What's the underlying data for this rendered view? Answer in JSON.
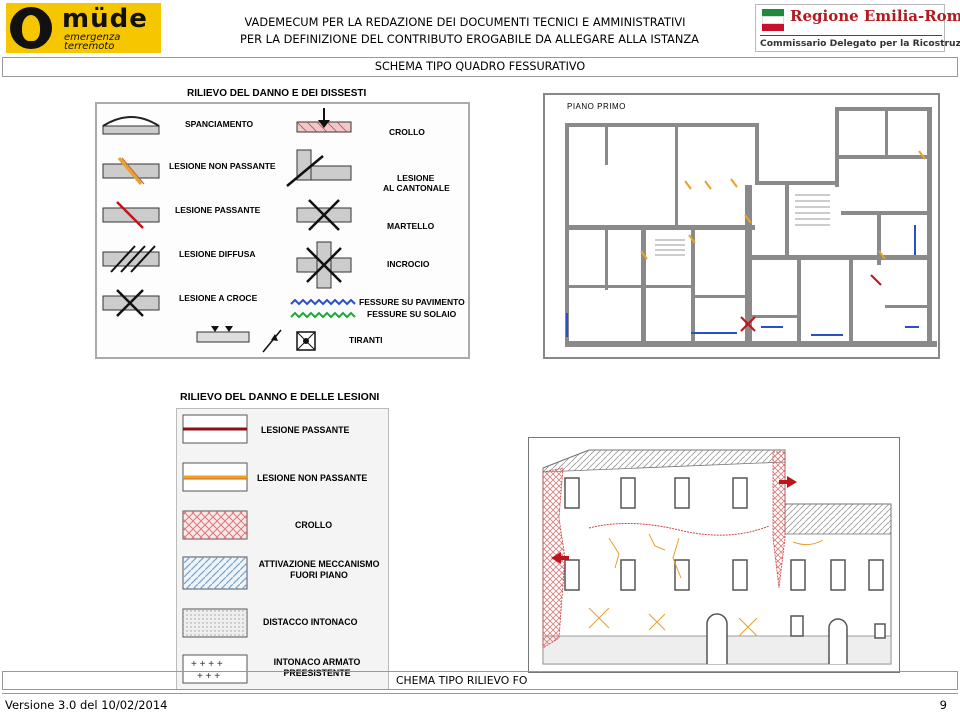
{
  "header": {
    "logo_left": {
      "line1": "müde",
      "line2": "emergenza",
      "line3": "terremoto"
    },
    "title_line1": "VADEMECUM PER LA REDAZIONE DEI DOCUMENTI TECNICI E AMMINISTRATIVI",
    "title_line2": "PER LA DEFINIZIONE DEL CONTRIBUTO EROGABILE DA ALLEGARE ALLA ISTANZA",
    "logo_right": {
      "name": "Regione Emilia-Romagna",
      "subtitle": "Commissario Delegato per la Ricostruzione",
      "flag_colors": [
        "#1f8a3b",
        "#ffffff",
        "#c8102e"
      ]
    }
  },
  "section_title": "SCHEMA TIPO QUADRO FESSURATIVO",
  "legend_damage": {
    "title": "RILIEVO DEL DANNO E DEI DISSESTI",
    "items": {
      "spanciamento": "SPANCIAMENTO",
      "crollo": "CROLLO",
      "lesione_non_passante": "LESIONE NON PASSANTE",
      "lesione_cantonale_1": "LESIONE",
      "lesione_cantonale_2": "AL CANTONALE",
      "lesione_passante": "LESIONE PASSANTE",
      "martello": "MARTELLO",
      "lesione_diffusa": "LESIONE DIFFUSA",
      "incrocio": "INCROCIO",
      "lesione_a_croce": "LESIONE A CROCE",
      "fessure_pavimento": "FESSURE SU PAVIMENTO",
      "fessure_solaio": "FESSURE SU SOLAIO",
      "tiranti": "TIRANTI"
    }
  },
  "floor_plan": {
    "title": "PIANO PRIMO"
  },
  "legend_lesions": {
    "title": "RILIEVO DEL DANNO E DELLE LESIONI",
    "items": {
      "lesione_passante": "LESIONE PASSANTE",
      "lesione_non_passante": "LESIONE NON PASSANTE",
      "crollo": "CROLLO",
      "attivazione_1": "ATTIVAZIONE MECCANISMO",
      "attivazione_2": "FUORI PIANO",
      "distacco_intonaco": "DISTACCO INTONACO",
      "intonaco_armato_1": "INTONACO ARMATO",
      "intonaco_armato_2": "PREESISTENTE"
    }
  },
  "caption": "CHEMA TIPO RILIEVO FO",
  "footer": {
    "version": "Versione 3.0 del 10/02/2014",
    "page": "9"
  }
}
